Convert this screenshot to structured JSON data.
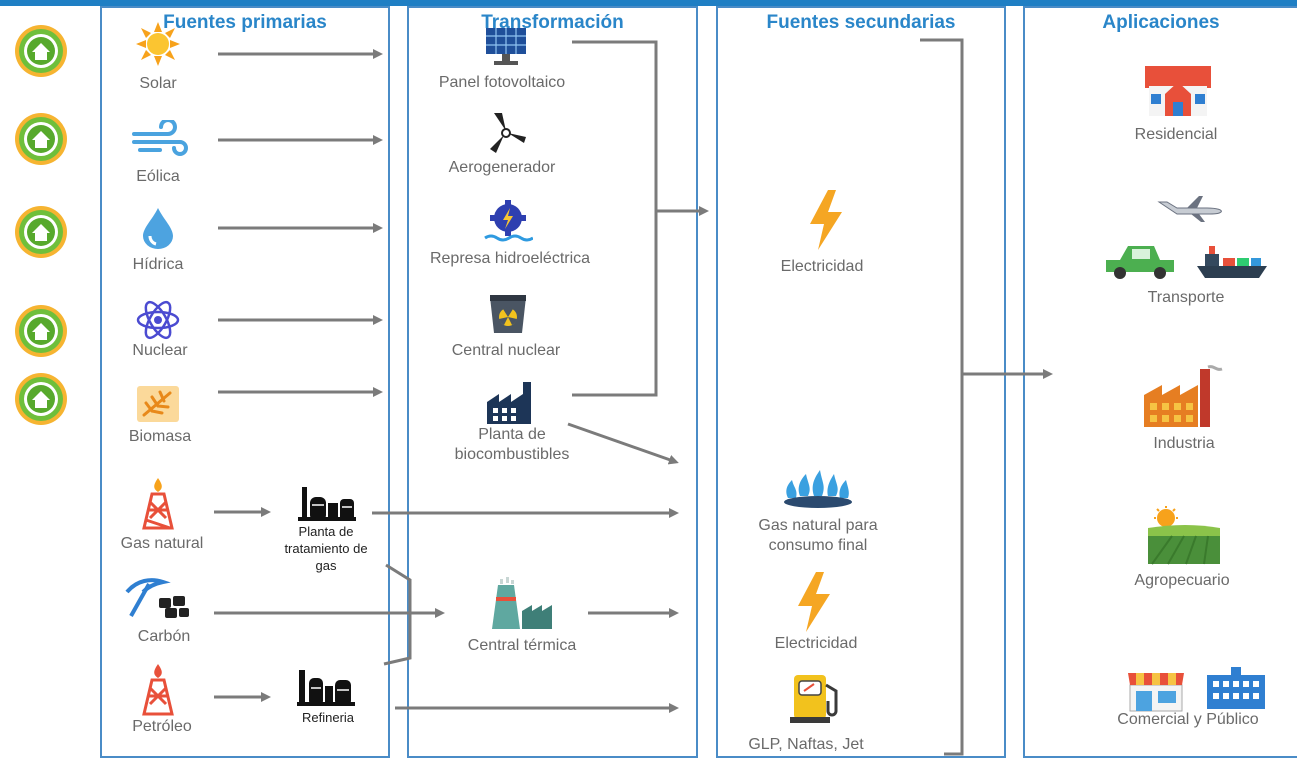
{
  "columns": {
    "primary": "Fuentes primarias",
    "transformation": "Transformación",
    "secondary": "Fuentes secundarias",
    "applications": "Aplicaciones"
  },
  "primary_sources": {
    "solar": "Solar",
    "eolica": "Eólica",
    "hidrica": "Hídrica",
    "nuclear": "Nuclear",
    "biomasa": "Biomasa",
    "gas_natural": "Gas natural",
    "carbon": "Carbón",
    "petroleo": "Petróleo"
  },
  "intermediate": {
    "gas_plant": "Planta de\ntratamiento de\ngas",
    "refinery": "Refineria"
  },
  "transformation": {
    "panel": "Panel fotovoltaico",
    "aerogenerador": "Aerogenerador",
    "represa": "Represa hidroeléctrica",
    "central_nuclear": "Central nuclear",
    "biocombustibles": "Planta de\nbiocombustibles",
    "central_termica": "Central térmica"
  },
  "secondary_sources": {
    "electricidad_1": "Electricidad",
    "gas_final": "Gas natural para\nconsumo final",
    "electricidad_2": "Electricidad",
    "glp": "GLP, Naftas, Jet"
  },
  "applications": {
    "residencial": "Residencial",
    "transporte": "Transporte",
    "industria": "Industria",
    "agropecuario": "Agropecuario",
    "comercial": "Comercial y Público"
  },
  "colors": {
    "accent": "#2a86c9",
    "border": "#4a8cc7",
    "arrow": "#7b7b7b",
    "label": "#6a6a6a",
    "lightning": "#f5a623"
  }
}
